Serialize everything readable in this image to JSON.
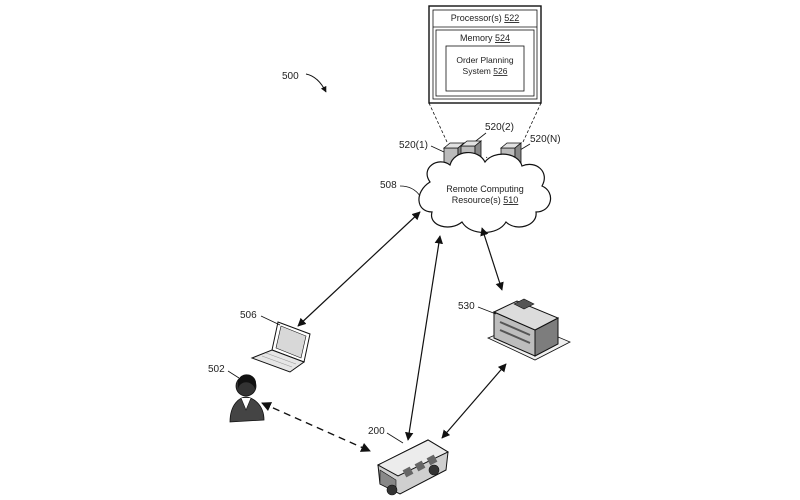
{
  "figure": {
    "number": "500"
  },
  "server_box": {
    "processor": {
      "label": "Processor(s)",
      "ref": "522"
    },
    "memory": {
      "label": "Memory",
      "ref": "524"
    },
    "order_system": {
      "line1": "Order Planning",
      "line2": "System",
      "ref": "526"
    }
  },
  "servers": {
    "s1": "520(1)",
    "s2": "520(2)",
    "sn": "520(N)",
    "ellipsis": "· ·"
  },
  "cloud": {
    "ref": "508",
    "line1": "Remote Computing",
    "line2": "Resource(s)",
    "line2_ref": "510"
  },
  "laptop": {
    "ref": "506"
  },
  "user": {
    "ref": "502"
  },
  "building": {
    "ref": "530"
  },
  "vehicle": {
    "ref": "200"
  }
}
